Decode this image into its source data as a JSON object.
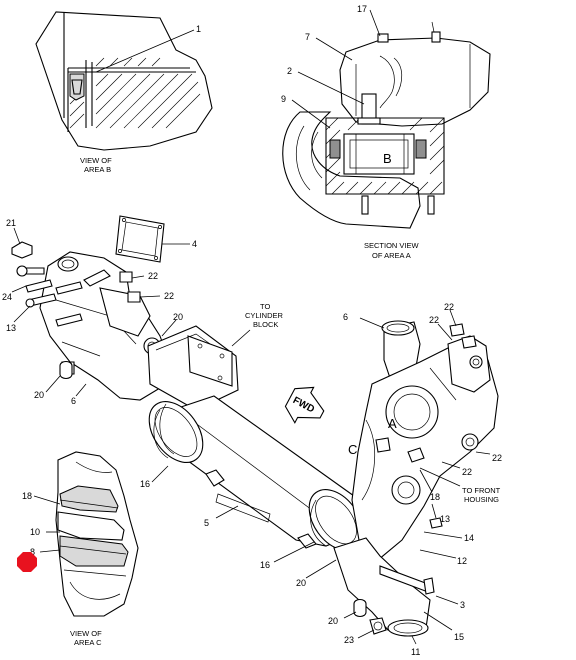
{
  "callouts": {
    "c1": "1",
    "c2": "2",
    "c3": "3",
    "c4": "4",
    "c5": "5",
    "c6_left": "6",
    "c6_right": "6",
    "c7": "7",
    "c8": "8",
    "c9": "9",
    "c10": "10",
    "c11": "11",
    "c12": "12",
    "c13_left": "13",
    "c13_right": "13",
    "c14": "14",
    "c15": "15",
    "c16_mid": "16",
    "c16_low": "16",
    "c17": "17",
    "c18_left": "18",
    "c18_right": "18",
    "c20_flange": "20",
    "c20_left": "20",
    "c20_low": "20",
    "c20_bottom": "20",
    "c21": "21",
    "c22_a": "22",
    "c22_b": "22",
    "c22_c": "22",
    "c22_d": "22",
    "c22_e": "22",
    "c22_f": "22",
    "c23": "23",
    "c24": "24"
  },
  "captions": {
    "view_b_l1": "VIEW OF",
    "view_b_l2": "AREA B",
    "section_a_l1": "SECTION VIEW",
    "section_a_l2": "OF AREA A",
    "view_c_l1": "VIEW OF",
    "view_c_l2": "AREA C",
    "cyl_l1": "TO",
    "cyl_l2": "CYLINDER",
    "cyl_l3": "BLOCK",
    "front_l1": "TO FRONT",
    "front_l2": "HOUSING"
  },
  "area_letters": {
    "a": "A",
    "b": "B",
    "c": "C"
  },
  "direction_arrow": "FWD",
  "colors": {
    "line": "#000000",
    "marker": "#e8121f",
    "shade": "#d9d9d9"
  }
}
